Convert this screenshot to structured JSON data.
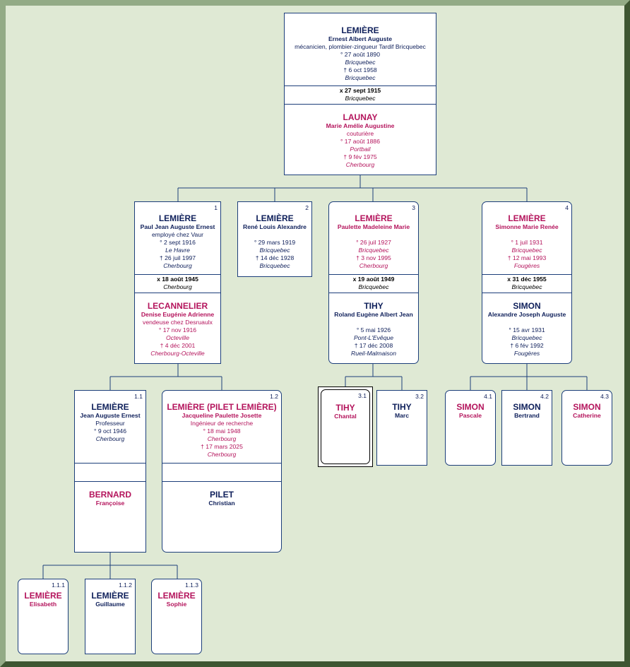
{
  "root": {
    "husband": {
      "surname": "LEMIÈRE",
      "given": "Ernest Albert Auguste",
      "occupation": "mécanicien, plombier-zingueur Tardif Bricquebec",
      "birth": "° 27 août 1890",
      "birth_place": "Bricquebec",
      "death": "† 6 oct 1958",
      "death_place": "Bricquebec"
    },
    "marriage": {
      "date": "x 27 sept 1915",
      "place": "Bricquebec"
    },
    "wife": {
      "surname": "LAUNAY",
      "given": "Marie Amélie Augustine",
      "occupation": "couturière",
      "birth": "° 17 août 1886",
      "birth_place": "Portbail",
      "death": "† 9 fév 1975",
      "death_place": "Cherbourg"
    }
  },
  "children": [
    {
      "num": "1",
      "surname": "LEMIÈRE",
      "given": "Paul Jean Auguste Ernest",
      "occupation": "employé chez Vaur",
      "birth": "° 2 sept 1916",
      "birth_place": "Le Havre",
      "death": "† 26 juil 1997",
      "death_place": "Cherbourg",
      "marriage": {
        "date": "x 18 août 1945",
        "place": "Cherbourg"
      },
      "spouse": {
        "surname": "LECANNELIER",
        "given": "Denise Eugénie Adrienne",
        "occupation": "vendeuse chez Desruaulx",
        "birth": "° 17 nov 1916",
        "birth_place": "Octeville",
        "death": "† 4 déc 2001",
        "death_place": "Cherbourg-Octeville"
      }
    },
    {
      "num": "2",
      "surname": "LEMIÈRE",
      "given": "René Louis Alexandre",
      "birth": "° 29 mars 1919",
      "birth_place": "Bricquebec",
      "death": "† 14 déc 1928",
      "death_place": "Bricquebec"
    },
    {
      "num": "3",
      "surname": "LEMIÈRE",
      "given": "Paulette Madeleine Marie",
      "birth": "° 26 juil 1927",
      "birth_place": "Bricquebec",
      "death": "† 3 nov 1995",
      "death_place": "Cherbourg",
      "marriage": {
        "date": "x 19 août 1949",
        "place": "Bricquebec"
      },
      "spouse": {
        "surname": "TIHY",
        "given": "Roland Eugène Albert Jean",
        "birth": "° 5 mai 1926",
        "birth_place": "Pont-L'Evêque",
        "death": "† 17 déc 2008",
        "death_place": "Rueil-Malmaison"
      }
    },
    {
      "num": "4",
      "surname": "LEMIÈRE",
      "given": "Simonne Marie Renée",
      "birth": "° 1 juil 1931",
      "birth_place": "Bricquebec",
      "death": "† 12 mai 1993",
      "death_place": "Fougères",
      "marriage": {
        "date": "x 31 déc 1955",
        "place": "Bricquebec"
      },
      "spouse": {
        "surname": "SIMON",
        "given": "Alexandre Joseph Auguste",
        "birth": "° 15 avr 1931",
        "birth_place": "Bricquebec",
        "death": "† 6 fév 1992",
        "death_place": "Fougères"
      }
    }
  ],
  "grandchildren": {
    "g11": {
      "num": "1.1",
      "surname": "LEMIÈRE",
      "given": "Jean Auguste Ernest",
      "occupation": "Professeur",
      "birth": "° 9 oct 1946",
      "birth_place": "Cherbourg",
      "spouse": {
        "surname": "BERNARD",
        "given": "Françoise"
      }
    },
    "g12": {
      "num": "1.2",
      "surname": "LEMIÈRE (PILET LEMIÈRE)",
      "given": "Jacqueline Paulette Josette",
      "occupation": "Ingénieur de recherche",
      "birth": "° 18 mai 1948",
      "birth_place": "Cherbourg",
      "death": "† 17 mars 2025",
      "death_place": "Cherbourg",
      "spouse": {
        "surname": "PILET",
        "given": "Christian"
      }
    },
    "g31": {
      "num": "3.1",
      "surname": "TIHY",
      "given": "Chantal"
    },
    "g32": {
      "num": "3.2",
      "surname": "TIHY",
      "given": "Marc"
    },
    "g41": {
      "num": "4.1",
      "surname": "SIMON",
      "given": "Pascale"
    },
    "g42": {
      "num": "4.2",
      "surname": "SIMON",
      "given": "Bertrand"
    },
    "g43": {
      "num": "4.3",
      "surname": "SIMON",
      "given": "Catherine"
    }
  },
  "great_grandchildren": [
    {
      "num": "1.1.1",
      "surname": "LEMIÈRE",
      "given": "Elisabeth"
    },
    {
      "num": "1.1.2",
      "surname": "LEMIÈRE",
      "given": "Guillaume"
    },
    {
      "num": "1.1.3",
      "surname": "LEMIÈRE",
      "given": "Sophie"
    }
  ],
  "colors": {
    "background": "#dfe9d4",
    "frame": "#4f6a3f",
    "line": "#1c3e7a",
    "male": "#0e1f5a",
    "female": "#b4145c"
  }
}
